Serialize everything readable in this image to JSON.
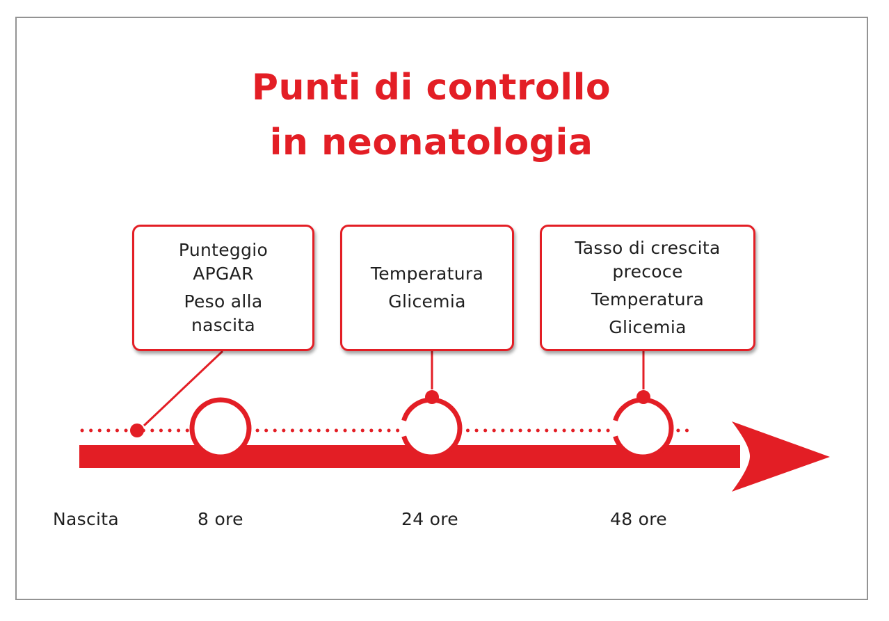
{
  "title": {
    "line1": "Punti di controllo",
    "line2": "in neonatologia"
  },
  "colors": {
    "accent": "#e31e25",
    "text": "#1f1f1f",
    "frame": "#939393"
  },
  "checkpoints": [
    {
      "time_label": "8 ore",
      "items": [
        "Punteggio\nAPGAR",
        "Peso alla\nnascita"
      ],
      "items_text": [
        "Punteggio",
        "APGAR",
        "Peso alla",
        "nascita"
      ]
    },
    {
      "time_label": "24 ore",
      "items_text": [
        "Temperatura",
        "Glicemia"
      ]
    },
    {
      "time_label": "48 ore",
      "items_text": [
        "Tasso di crescita",
        "precoce",
        "Temperatura",
        "Glicemia"
      ]
    }
  ],
  "timeline": {
    "start_label": "Nascita"
  }
}
